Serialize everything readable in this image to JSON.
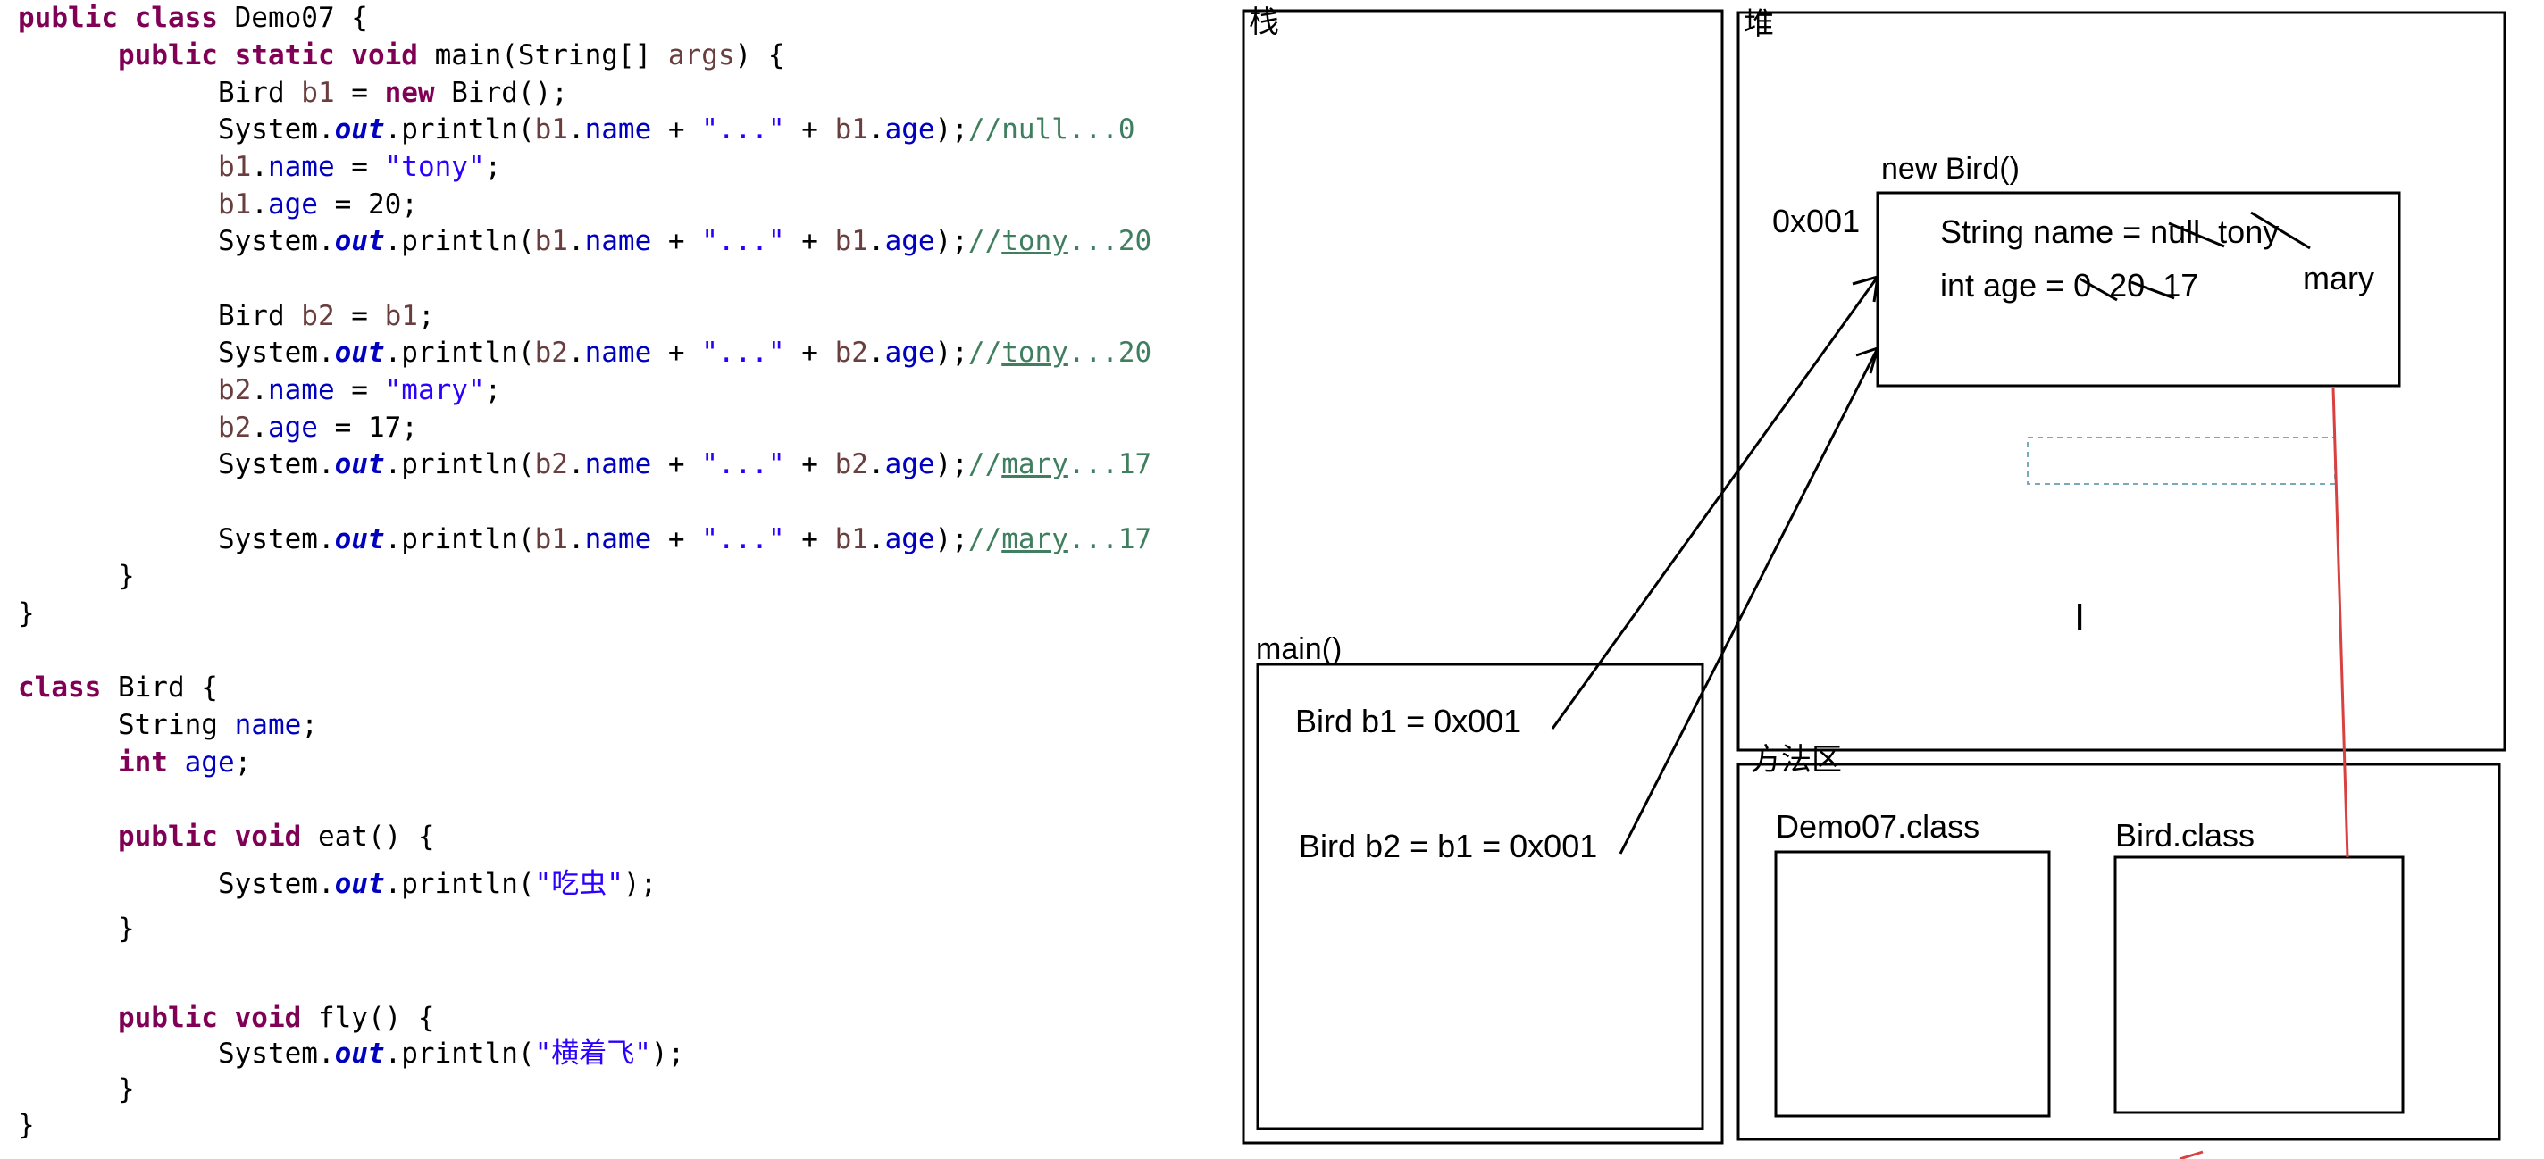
{
  "code": {
    "lines": [
      [
        [
          "kw",
          "public class "
        ],
        [
          "t",
          "Demo07 {"
        ]
      ],
      [
        [
          "t",
          "      "
        ],
        [
          "kw",
          "public static void "
        ],
        [
          "t",
          "main(String[] "
        ],
        [
          "var",
          "args"
        ],
        [
          "t",
          ") {"
        ]
      ],
      [
        [
          "t",
          "            Bird "
        ],
        [
          "var",
          "b1"
        ],
        [
          "t",
          " = "
        ],
        [
          "kw",
          "new "
        ],
        [
          "t",
          "Bird();"
        ]
      ],
      [
        [
          "t",
          "            System."
        ],
        [
          "st",
          "out"
        ],
        [
          "t",
          ".println("
        ],
        [
          "var",
          "b1"
        ],
        [
          "t",
          "."
        ],
        [
          "fld",
          "name"
        ],
        [
          "t",
          " + "
        ],
        [
          "str",
          "\"...\""
        ],
        [
          "t",
          " + "
        ],
        [
          "var",
          "b1"
        ],
        [
          "t",
          "."
        ],
        [
          "fld",
          "age"
        ],
        [
          "t",
          ");"
        ],
        [
          "cm",
          "//null...0"
        ]
      ],
      [
        [
          "t",
          "            "
        ],
        [
          "var",
          "b1"
        ],
        [
          "t",
          "."
        ],
        [
          "fld",
          "name"
        ],
        [
          "t",
          " = "
        ],
        [
          "str",
          "\"tony\""
        ],
        [
          "t",
          ";"
        ]
      ],
      [
        [
          "t",
          "            "
        ],
        [
          "var",
          "b1"
        ],
        [
          "t",
          "."
        ],
        [
          "fld",
          "age"
        ],
        [
          "t",
          " = 20;"
        ]
      ],
      [
        [
          "t",
          "            System."
        ],
        [
          "st",
          "out"
        ],
        [
          "t",
          ".println("
        ],
        [
          "var",
          "b1"
        ],
        [
          "t",
          "."
        ],
        [
          "fld",
          "name"
        ],
        [
          "t",
          " + "
        ],
        [
          "str",
          "\"...\""
        ],
        [
          "t",
          " + "
        ],
        [
          "var",
          "b1"
        ],
        [
          "t",
          "."
        ],
        [
          "fld",
          "age"
        ],
        [
          "t",
          ");"
        ],
        [
          "cm",
          "//"
        ],
        [
          "cmu",
          "tony"
        ],
        [
          "cm",
          "...20"
        ]
      ],
      [],
      [
        [
          "t",
          "            Bird "
        ],
        [
          "var",
          "b2"
        ],
        [
          "t",
          " = "
        ],
        [
          "var",
          "b1"
        ],
        [
          "t",
          ";"
        ]
      ],
      [
        [
          "t",
          "            System."
        ],
        [
          "st",
          "out"
        ],
        [
          "t",
          ".println("
        ],
        [
          "var",
          "b2"
        ],
        [
          "t",
          "."
        ],
        [
          "fld",
          "name"
        ],
        [
          "t",
          " + "
        ],
        [
          "str",
          "\"...\""
        ],
        [
          "t",
          " + "
        ],
        [
          "var",
          "b2"
        ],
        [
          "t",
          "."
        ],
        [
          "fld",
          "age"
        ],
        [
          "t",
          ");"
        ],
        [
          "cm",
          "//"
        ],
        [
          "cmu",
          "tony"
        ],
        [
          "cm",
          "...20"
        ]
      ],
      [
        [
          "t",
          "            "
        ],
        [
          "var",
          "b2"
        ],
        [
          "t",
          "."
        ],
        [
          "fld",
          "name"
        ],
        [
          "t",
          " = "
        ],
        [
          "str",
          "\"mary\""
        ],
        [
          "t",
          ";"
        ]
      ],
      [
        [
          "t",
          "            "
        ],
        [
          "var",
          "b2"
        ],
        [
          "t",
          "."
        ],
        [
          "fld",
          "age"
        ],
        [
          "t",
          " = 17;"
        ]
      ],
      [
        [
          "t",
          "            System."
        ],
        [
          "st",
          "out"
        ],
        [
          "t",
          ".println("
        ],
        [
          "var",
          "b2"
        ],
        [
          "t",
          "."
        ],
        [
          "fld",
          "name"
        ],
        [
          "t",
          " + "
        ],
        [
          "str",
          "\"...\""
        ],
        [
          "t",
          " + "
        ],
        [
          "var",
          "b2"
        ],
        [
          "t",
          "."
        ],
        [
          "fld",
          "age"
        ],
        [
          "t",
          ");"
        ],
        [
          "cm",
          "//"
        ],
        [
          "cmu",
          "mary"
        ],
        [
          "cm",
          "...17"
        ]
      ],
      [],
      [
        [
          "t",
          "            System."
        ],
        [
          "st",
          "out"
        ],
        [
          "t",
          ".println("
        ],
        [
          "var",
          "b1"
        ],
        [
          "t",
          "."
        ],
        [
          "fld",
          "name"
        ],
        [
          "t",
          " + "
        ],
        [
          "str",
          "\"...\""
        ],
        [
          "t",
          " + "
        ],
        [
          "var",
          "b1"
        ],
        [
          "t",
          "."
        ],
        [
          "fld",
          "age"
        ],
        [
          "t",
          ");"
        ],
        [
          "cm",
          "//"
        ],
        [
          "cmu",
          "mary"
        ],
        [
          "cm",
          "...17"
        ]
      ],
      [
        [
          "t",
          "      }"
        ]
      ],
      [
        [
          "t",
          "}"
        ]
      ],
      [],
      [
        [
          "kw",
          "class "
        ],
        [
          "t",
          "Bird {"
        ]
      ],
      [
        [
          "t",
          "      String "
        ],
        [
          "fld",
          "name"
        ],
        [
          "t",
          ";"
        ]
      ],
      [
        [
          "t",
          "      "
        ],
        [
          "kw",
          "int "
        ],
        [
          "fld",
          "age"
        ],
        [
          "t",
          ";"
        ]
      ],
      [],
      [
        [
          "t",
          "      "
        ],
        [
          "kw",
          "public void "
        ],
        [
          "t",
          "eat() {"
        ]
      ],
      [
        [
          "t",
          "            System."
        ],
        [
          "st",
          "out"
        ],
        [
          "t",
          ".println("
        ],
        [
          "str",
          "\"吃虫\""
        ],
        [
          "t",
          ");"
        ]
      ],
      [
        [
          "t",
          "      }"
        ]
      ],
      [],
      [
        [
          "t",
          "      "
        ],
        [
          "kw",
          "public void "
        ],
        [
          "t",
          "fly() {"
        ]
      ],
      [
        [
          "t",
          "            System."
        ],
        [
          "st",
          "out"
        ],
        [
          "t",
          ".println("
        ],
        [
          "str",
          "\"横着飞\""
        ],
        [
          "t",
          ");"
        ]
      ],
      [
        [
          "t",
          "      }"
        ]
      ],
      [
        [
          "t",
          "}"
        ]
      ]
    ]
  },
  "diagram": {
    "stack_label": "栈",
    "heap_label": "堆",
    "method_area_label": "方法区",
    "main_frame_label": "main()",
    "b1_text": "Bird b1 =  0x001",
    "b2_text": "Bird b2 = b1 = 0x001",
    "new_bird_label": "new Bird()",
    "address_label": "0x001",
    "name_field": "String name = null  tony",
    "age_field": "int age = 0  20  17",
    "mary_text": "mary",
    "demo_class_label": "Demo07.class",
    "bird_class_label": "Bird.class",
    "cursor_glyph": "I",
    "red_line_color": "#d94040"
  }
}
